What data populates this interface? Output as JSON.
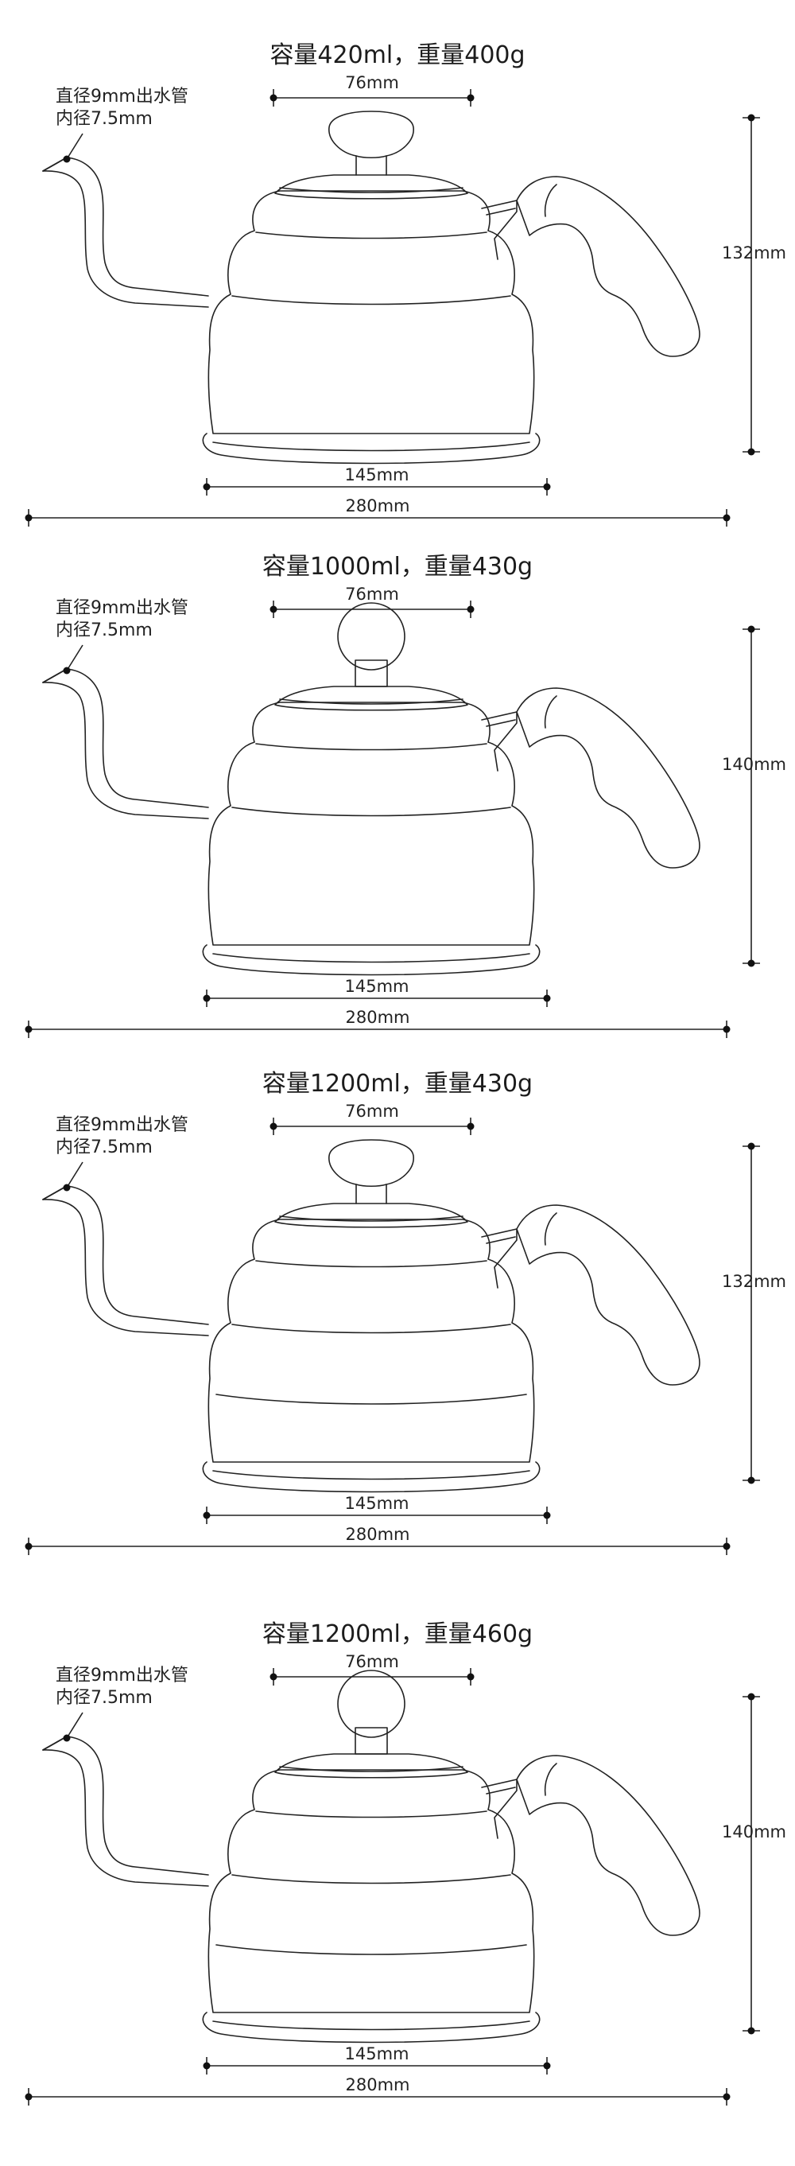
{
  "spout_note": [
    "直径9mm出水管",
    "内径7.5mm"
  ],
  "panels": [
    {
      "title": "容量420ml，重量400g",
      "lid_dim": "76mm",
      "base_dim": "145mm",
      "total_dim": "280mm",
      "height_dim": "132mm",
      "knob": "mushroom",
      "rings": 3
    },
    {
      "title": "容量1000ml，重量430g",
      "lid_dim": "76mm",
      "base_dim": "145mm",
      "total_dim": "280mm",
      "height_dim": "140mm",
      "knob": "ball",
      "rings": 3
    },
    {
      "title": "容量1200ml，重量430g",
      "lid_dim": "76mm",
      "base_dim": "145mm",
      "total_dim": "280mm",
      "height_dim": "132mm",
      "knob": "mushroom",
      "rings": 4
    },
    {
      "title": "容量1200ml，重量460g",
      "lid_dim": "76mm",
      "base_dim": "145mm",
      "total_dim": "280mm",
      "height_dim": "140mm",
      "knob": "ball",
      "rings": 4
    }
  ]
}
